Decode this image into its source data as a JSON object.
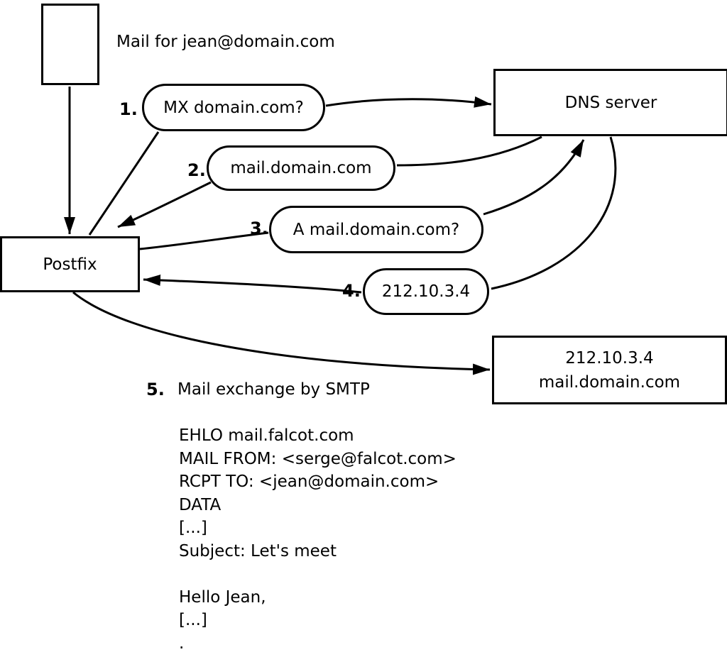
{
  "diagram": {
    "mail_note": "Mail for jean@domain.com",
    "steps": [
      {
        "num": "1.",
        "label": "MX domain.com?"
      },
      {
        "num": "2.",
        "label": "mail.domain.com"
      },
      {
        "num": "3.",
        "label": "A mail.domain.com?"
      },
      {
        "num": "4.",
        "label": "212.10.3.4"
      },
      {
        "num": "5.",
        "label": "Mail exchange by SMTP"
      }
    ],
    "nodes": {
      "postfix": "Postfix",
      "dns_server": "DNS server",
      "mailserver_ip": "212.10.3.4",
      "mailserver_host": "mail.domain.com"
    },
    "smtp_session": "EHLO mail.falcot.com\nMAIL FROM: <serge@falcot.com>\nRCPT TO: <jean@domain.com>\nDATA\n[...]\nSubject: Let's meet\n\nHello Jean,\n[...]\n."
  },
  "colors": {
    "stroke": "#000000",
    "background": "#ffffff"
  }
}
